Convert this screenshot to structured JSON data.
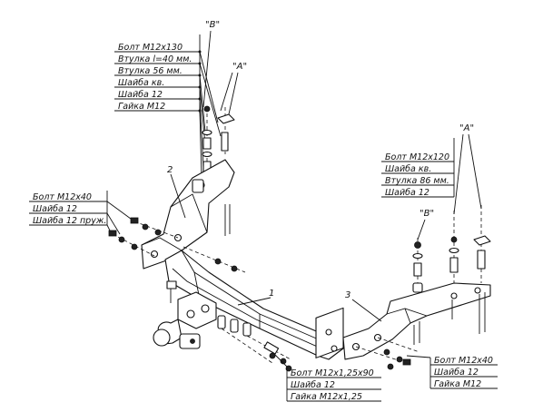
{
  "marks": {
    "a": "\"А\"",
    "b": "\"В\""
  },
  "groups": {
    "top_left": [
      "Болт М12х130",
      "Втулка  l=40 мм.",
      "Втулка 56 мм.",
      "Шайба кв.",
      "Шайба 12",
      "Гайка М12"
    ],
    "right_top": [
      "Болт М12х120",
      "Шайба  кв.",
      "Втулка 86 мм.",
      "Шайба 12"
    ],
    "left_mid": [
      "Болт М12х40",
      "Шайба 12",
      "Шайба 12 пруж."
    ],
    "bottom_center": [
      "Болт М12х1,25х90",
      "Шайба 12",
      "Гайка М12х1,25"
    ],
    "bottom_right": [
      "Болт М12х40",
      "Шайба 12",
      "Гайка М12"
    ]
  },
  "parts": {
    "p1": "1",
    "p2": "2",
    "p3": "3"
  }
}
